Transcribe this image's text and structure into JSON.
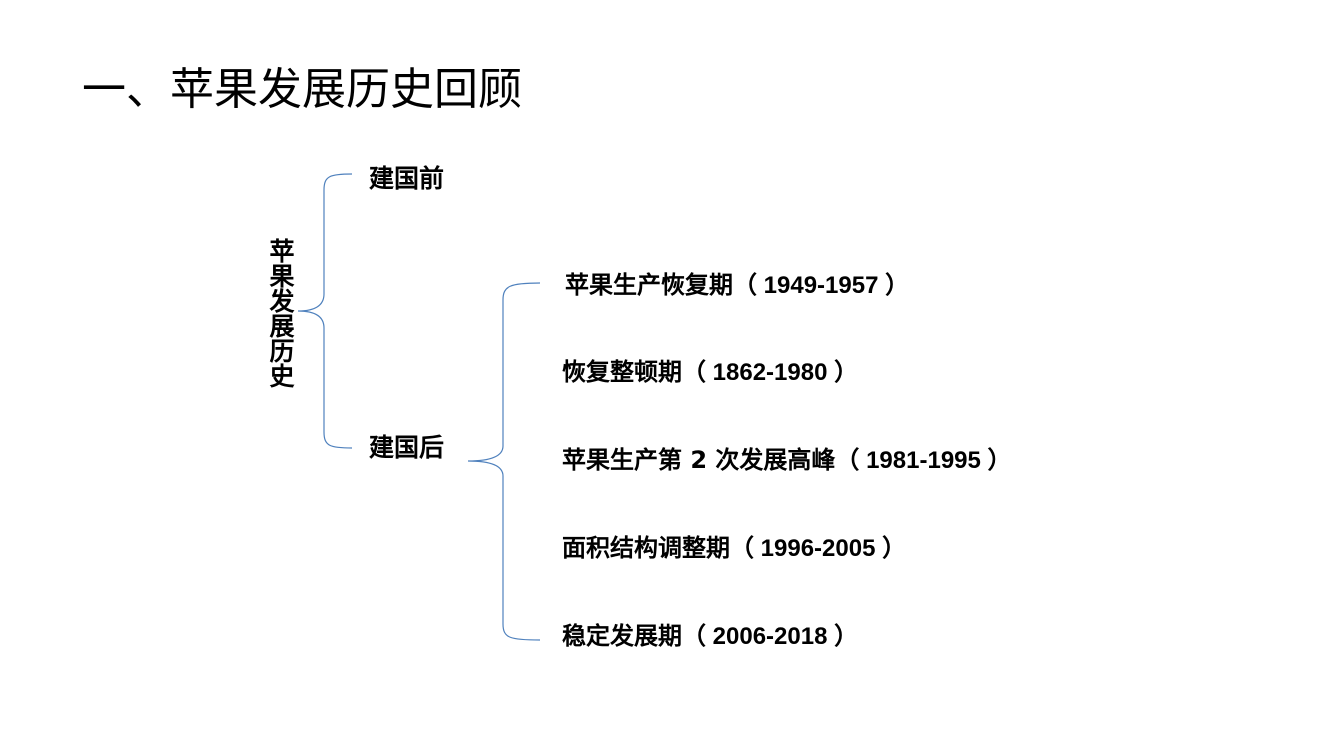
{
  "slide": {
    "title": "一、苹果发展历史回顾"
  },
  "diagram": {
    "root": "苹果发展历史",
    "branch_color": "#4f81bd",
    "branches": [
      {
        "label": "建国前"
      },
      {
        "label": "建国后"
      }
    ],
    "periods": [
      {
        "name": "苹果生产恢复期",
        "years": "（ 1949-1957 ）"
      },
      {
        "name": "恢复整顿期",
        "years": "（ 1862-1980 ）"
      },
      {
        "name": "苹果生产第 2 次发展高峰",
        "years": "（ 1981-1995 ）"
      },
      {
        "name": "面积结构调整期",
        "years": "（ 1996-2005 ）"
      },
      {
        "name": "稳定发展期",
        "years": "（ 2006-2018 ）"
      }
    ]
  }
}
